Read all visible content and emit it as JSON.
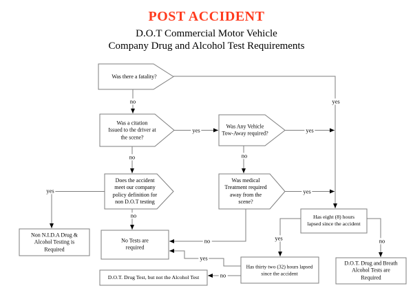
{
  "header": {
    "title": "POST ACCIDENT",
    "subtitle_line1": "D.O.T Commercial Motor Vehicle",
    "subtitle_line2": "Company Drug and Alcohol Test Requirements"
  },
  "colors": {
    "title_text": "#ff3b1e",
    "line_stroke": "#7d7d7d",
    "arrowhead": "#000000",
    "text": "#000000",
    "background": "#ffffff"
  },
  "nodes": {
    "fatality": {
      "text": "Was there a fatality?"
    },
    "citation": {
      "text": "Was a citation\nIssued to the driver at\nthe scene?"
    },
    "tow_away": {
      "text": "Was Any Vehicle\nTow-Away required?"
    },
    "company_policy": {
      "text": "Does the accident\nmeet our company\npolicy definition for\nnon D.O.T testing"
    },
    "medical_treatment": {
      "text": "Was medical\nTreatment required\naway from the\nscene?"
    },
    "non_nida": {
      "text": "Non N.I.D.A Drug &\nAlcohol Testing is\nRequired"
    },
    "no_tests": {
      "text": "No Tests are\nrequired"
    },
    "eight_hours": {
      "text": "Has eight (8) hours\nlapsed since the accident"
    },
    "thirty_two_hours": {
      "text": "Has thirty two (32) hours lapsed\nsince the accident"
    },
    "dot_drug_breath": {
      "text": "D.O.T. Drug and Breath\nAlcohol Tests are\nRequired"
    },
    "dot_drug_only": {
      "text": "D.O.T. Drug Test, but not the Alcohol Test"
    }
  },
  "edge_labels": {
    "fatality_no": "no",
    "fatality_yes": "yes",
    "citation_yes": "yes",
    "citation_no": "no",
    "tow_away_yes": "yes",
    "tow_away_no": "no",
    "company_policy_yes": "yes",
    "company_policy_no": "no",
    "medical_yes": "yes",
    "medical_no": "no",
    "eight_hours_yes": "yes",
    "eight_hours_no": "no",
    "thirty_two_yes": "yes",
    "thirty_two_no": "no"
  }
}
